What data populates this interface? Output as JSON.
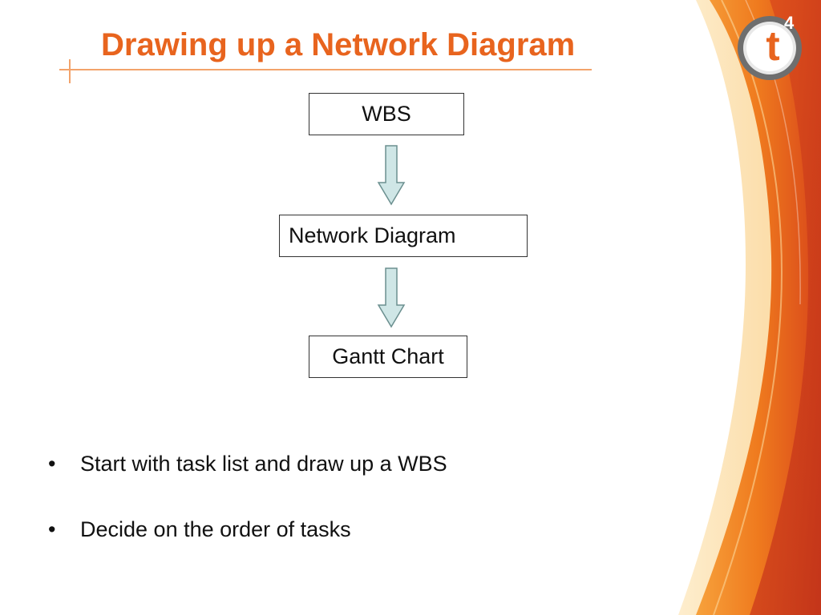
{
  "slide": {
    "title": "Drawing up a Network Diagram",
    "logo": {
      "letter": "t",
      "superscript": "4"
    },
    "flow": {
      "boxes": [
        "WBS",
        "Network Diagram",
        "Gantt Chart"
      ]
    },
    "bullets": [
      "Start with task list and draw up a WBS",
      "Decide on the order of tasks"
    ],
    "bullet_glyph": "•"
  },
  "colors": {
    "accent": "#e8641e",
    "arrow_fill": "#cfe6e6",
    "arrow_stroke": "#6b8f8f"
  }
}
